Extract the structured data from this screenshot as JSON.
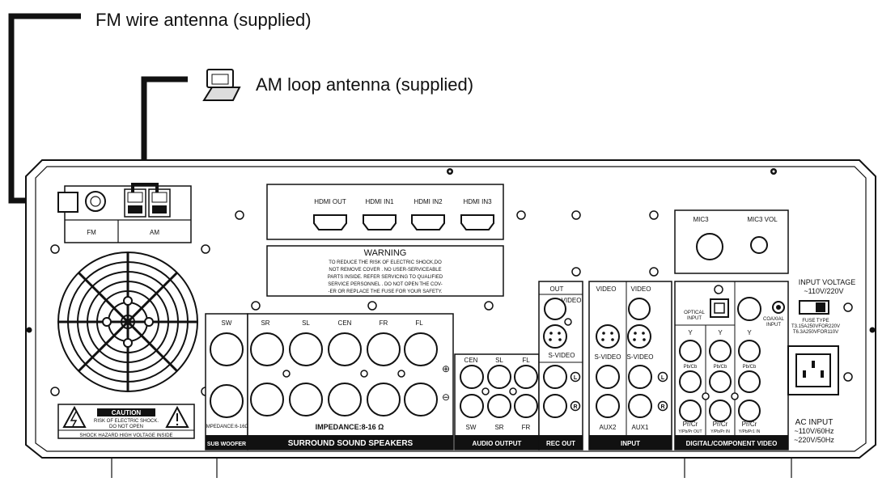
{
  "captions": {
    "fm": "FM wire antenna (supplied)",
    "am": "AM loop antenna (supplied)"
  },
  "antenna_box": {
    "fm": "FM",
    "am": "AM"
  },
  "hdmi": {
    "out": "HDMI OUT",
    "in1": "HDMI IN1",
    "in2": "HDMI IN2",
    "in3": "HDMI IN3"
  },
  "warning": {
    "title": "WARNING",
    "lines": [
      "TO REDUCE THE RISK OF ELECTRIC SHOCK,DO",
      "NOT REMOVE COVER . NO USER-SERVICEABLE",
      "PARTS INSIDE. REFER SERVICING TO QUALIFIED",
      "SERVICE PERSONNEL . DO NOT OPEN THE COV-",
      "-ER OR REPLACE THE FUSE FOR YOUR SAFETY."
    ]
  },
  "mic": {
    "mic3": "MIC3",
    "vol": "MIC3 VOL"
  },
  "caution": {
    "title": "CAUTION",
    "line1": "RISK OF ELECTRIC SHOCK.",
    "line2": "DO NOT OPEN",
    "bottom": "SHOCK HAZARD HIGH VOLTAGE INSIDE"
  },
  "subwoofer": {
    "label": "SW",
    "impedance": "IMPEDANCE:6-16Ω",
    "band": "SUB WOOFER"
  },
  "surround": {
    "labels": [
      "SR",
      "SL",
      "CEN",
      "FR",
      "FL"
    ],
    "plus": "⊕",
    "minus": "⊖",
    "impedance": "IMPEDANCE:8-16 Ω",
    "band": "SURROUND SOUND SPEAKERS"
  },
  "audio_output": {
    "top": [
      "CEN",
      "SL",
      "FL"
    ],
    "bottom": [
      "SW",
      "SR",
      "FR"
    ],
    "band": "AUDIO OUTPUT"
  },
  "rec_out": {
    "out": "OUT",
    "video": "VIDEO",
    "svideo": "S-VIDEO",
    "l": "L",
    "r": "R",
    "band": "REC OUT"
  },
  "input": {
    "video1": "VIDEO",
    "video2": "VIDEO",
    "svideo1": "S-VIDEO",
    "svideo2": "S-VIDEO",
    "aux2": "AUX2",
    "aux1": "AUX1",
    "l": "L",
    "r": "R",
    "band": "INPUT"
  },
  "digital": {
    "optical1": "OPTICAL",
    "optical2": "INPUT",
    "coaxial1": "COAXIAL",
    "coaxial2": "INPUT",
    "y": "Y",
    "pb": "Pb/Cb",
    "pr": "Pr/Cr",
    "group1": "Y/Pb/Pr OUT",
    "group2": "Y/Pb/Pr IN",
    "group3": "Y/Pb/Pr1 IN",
    "band": "DIGITAL/COMPONENT VIDEO"
  },
  "power": {
    "input_voltage": "INPUT VOLTAGE",
    "voltage_range": "~110V/220V",
    "fuse1": "FUSE TYPE",
    "fuse2": "T3.15A250VFOR220V",
    "fuse3": "T6.3A250VFOR110V",
    "ac1": "AC INPUT",
    "ac2": "~110V/60Hz",
    "ac3": "~220V/50Hz"
  }
}
